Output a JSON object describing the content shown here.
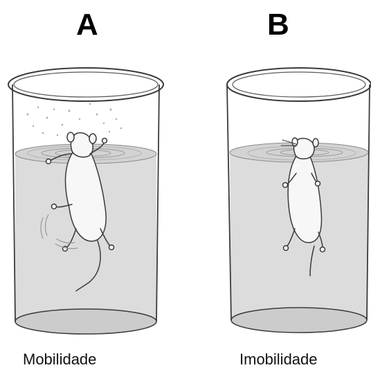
{
  "panels": [
    {
      "letter": "A",
      "caption": "Mobilidade",
      "state": "mobility"
    },
    {
      "letter": "B",
      "caption": "Imobilidade",
      "state": "immobility"
    }
  ],
  "colors": {
    "outline": "#3a3a3a",
    "water": "#dcdcdc",
    "water_surface": "#cfcfcf",
    "glass": "#ffffff",
    "base": "#cccccc",
    "rat": "#f7f7f7"
  }
}
